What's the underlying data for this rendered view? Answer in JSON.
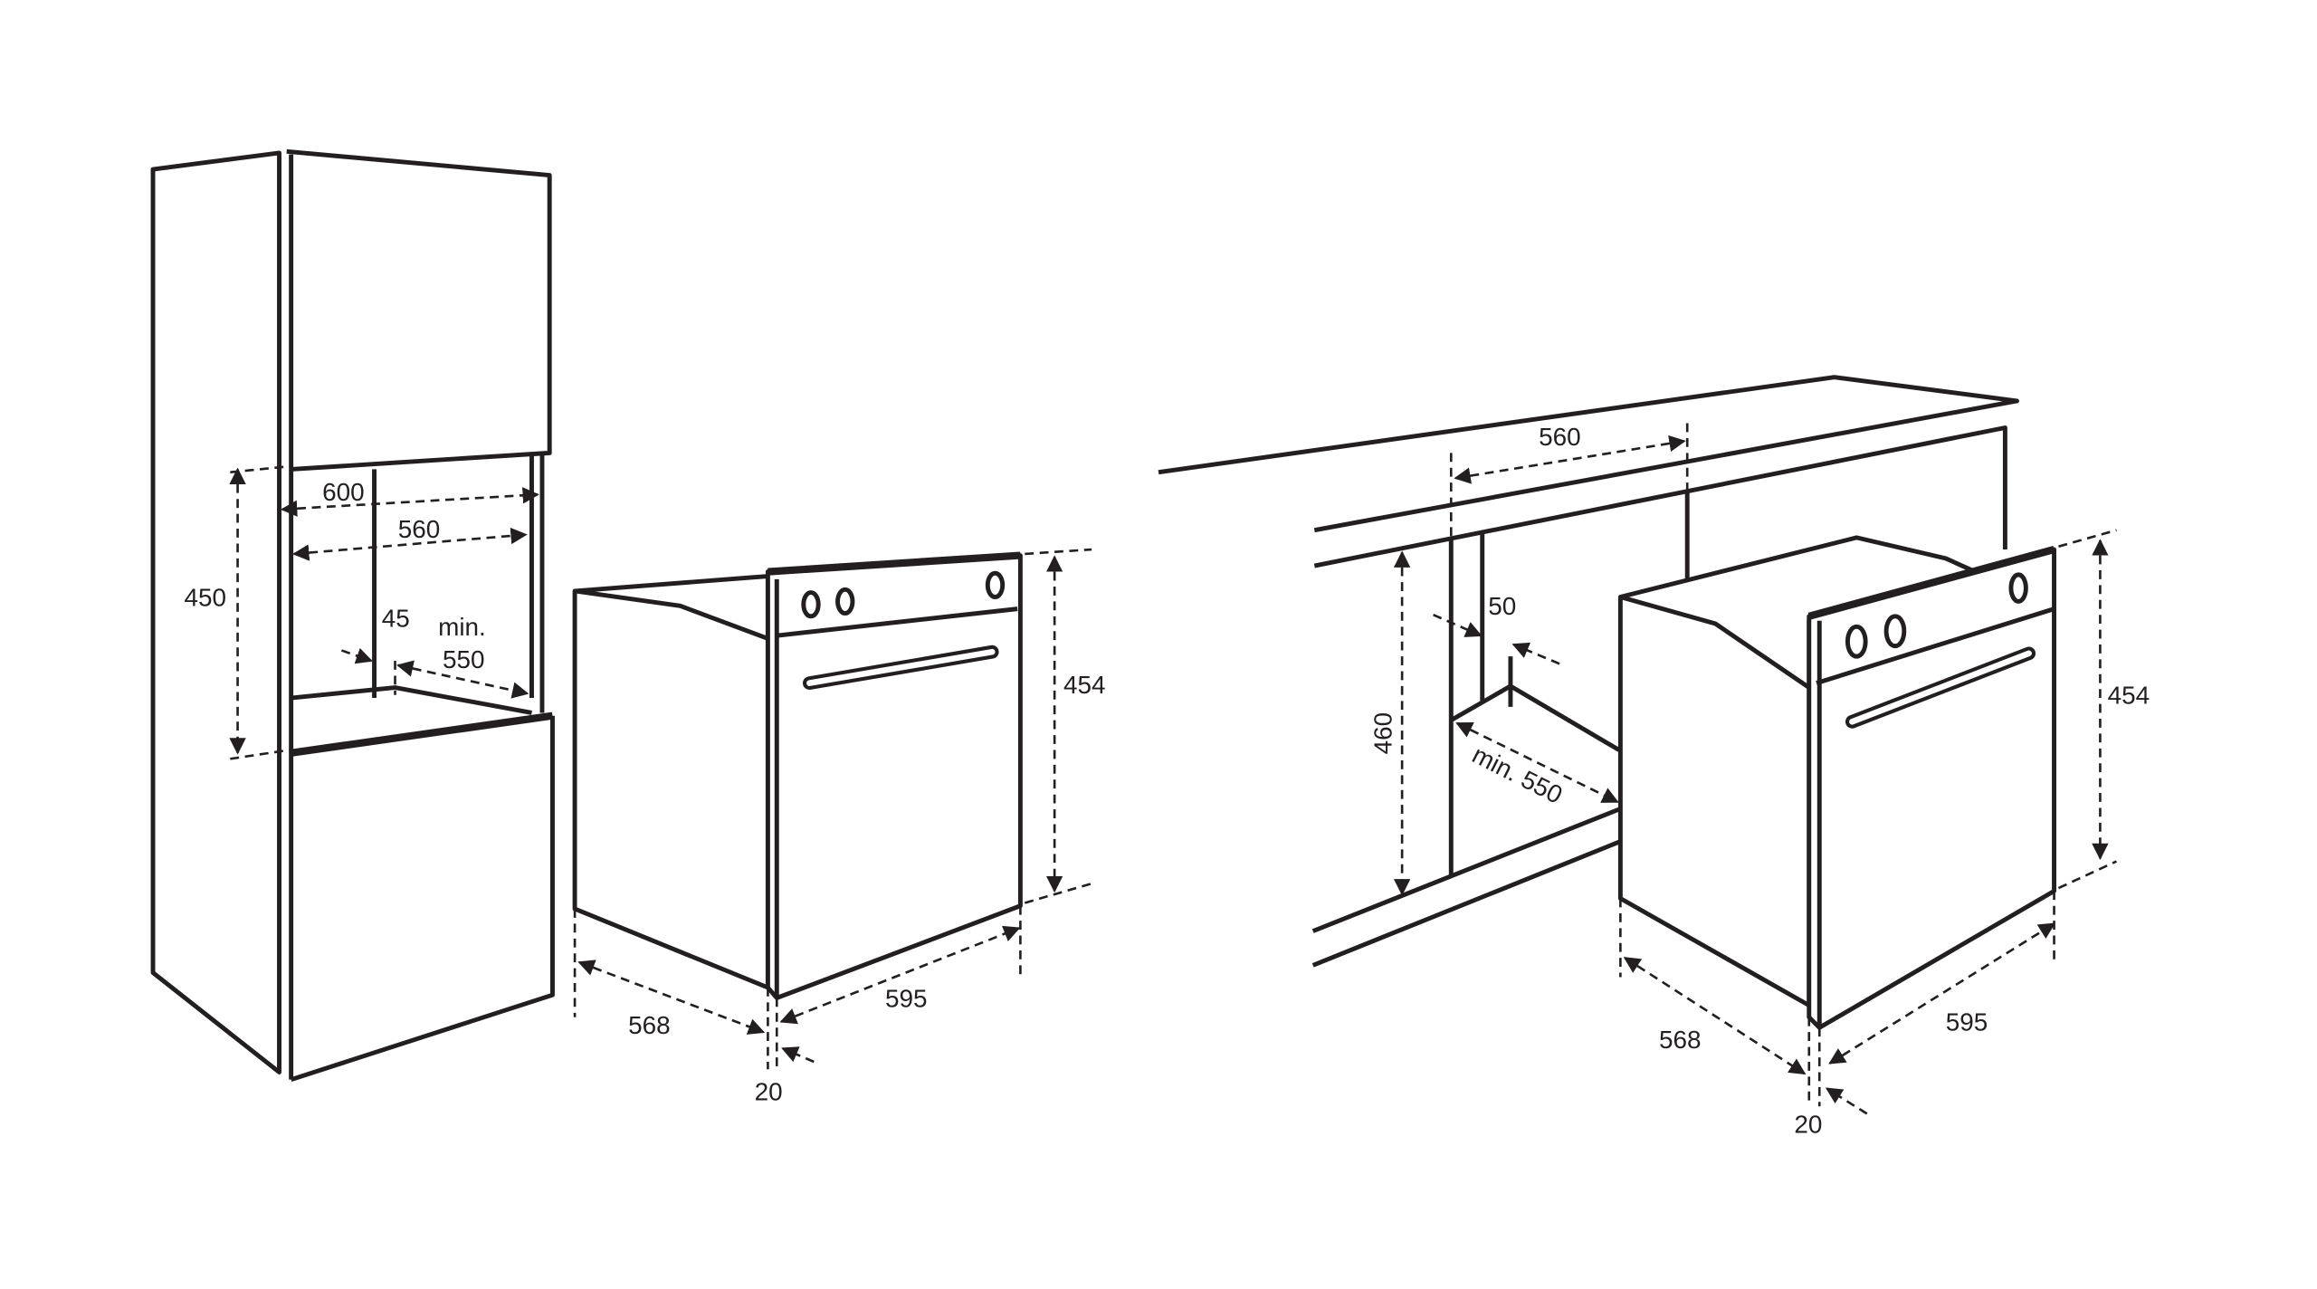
{
  "left_diagram": {
    "cabinet": {
      "height_450": "450",
      "width_600": "600",
      "width_560": "560",
      "depth_45": "45",
      "min_label": "min.",
      "depth_550": "550"
    },
    "oven": {
      "height_454": "454",
      "depth_568": "568",
      "width_595": "595",
      "front_20": "20"
    }
  },
  "right_diagram": {
    "cabinet": {
      "width_560": "560",
      "height_460": "460",
      "gap_50": "50",
      "depth_min_550": "min. 550"
    },
    "oven": {
      "height_454": "454",
      "depth_568": "568",
      "width_595": "595",
      "front_20": "20"
    }
  },
  "colors": {
    "line": "#231f20",
    "background": "#ffffff"
  }
}
